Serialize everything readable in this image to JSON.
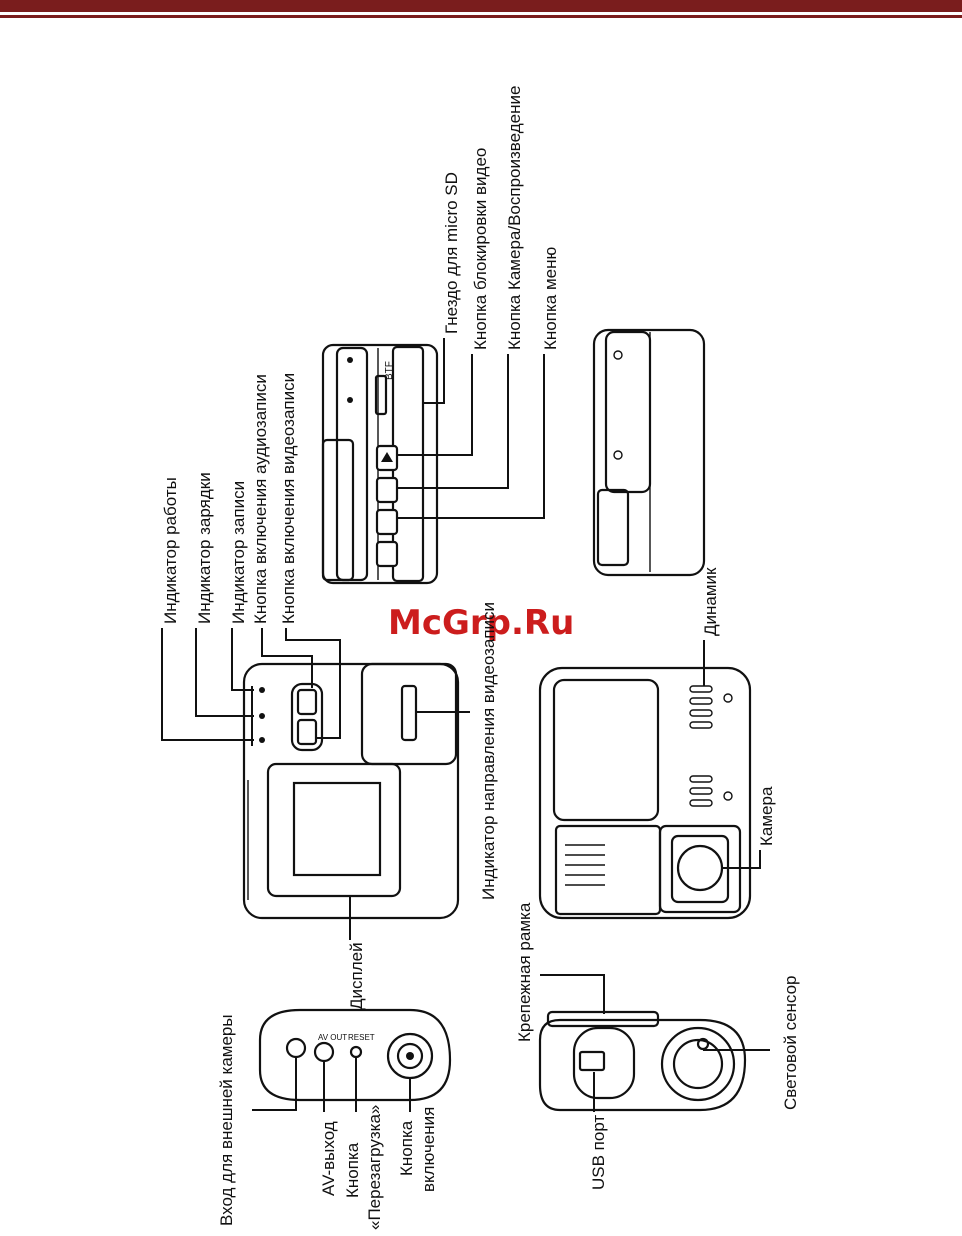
{
  "watermark": "McGrp.Ru",
  "labels": {
    "work_indicator": "Индикатор работы",
    "charge_indicator": "Индикатор зарядки",
    "record_indicator": "Индикатор записи",
    "audio_button": "Кнопка включения аудиозаписи",
    "video_button": "Кнопка включения видеозаписи",
    "microsd_slot": "Гнездо для micro SD",
    "lock_button": "Кнопка блокировки видео",
    "camera_play_button": "Кнопка Камера/Воспроизведение",
    "menu_button": "Кнопка меню",
    "display": "Дисплей",
    "direction_indicator": "Индикатор направления видеозаписи",
    "speaker": "Динамик",
    "camera": "Камера",
    "ext_camera_input": "Вход для внешней  камеры",
    "av_out": "AV-выход",
    "reset_line1": "Кнопка",
    "reset_line2": "«Перезагрузка»",
    "power_line1": "Кнопка",
    "power_line2": "включения",
    "mount_frame": "Крепежная рамка",
    "usb_port": "USB порт",
    "light_sensor": "Световой сенсор"
  },
  "device_marks": {
    "sd_mark": "BTF",
    "av_jack": "AV OUT",
    "reset_mark": "RESET"
  }
}
